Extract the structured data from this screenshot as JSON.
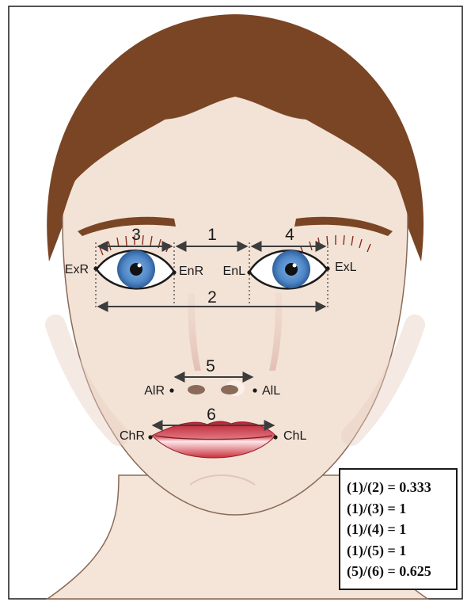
{
  "measurements": {
    "m1": "1",
    "m2": "2",
    "m3": "3",
    "m4": "4",
    "m5": "5",
    "m6": "6"
  },
  "landmarks": {
    "exr": "ExR",
    "enr": "EnR",
    "enl": "EnL",
    "exl": "ExL",
    "alr": "AlR",
    "all": "AlL",
    "chr": "ChR",
    "chl": "ChL"
  },
  "ratios": [
    "(1)/(2) = 0.333",
    "(1)/(3) = 1",
    "(1)/(4) = 1",
    "(1)/(5) = 1",
    "(5)/(6) = 0.625"
  ],
  "colors": {
    "hair": "#7a4524",
    "skin": "#f3e3d6",
    "iris": "#4f86c6",
    "lips": "#c9303a",
    "lines": "#3c3c3c"
  }
}
